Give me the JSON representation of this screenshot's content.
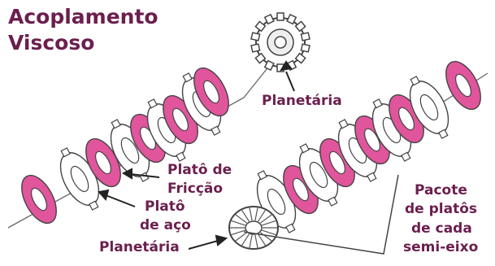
{
  "title": {
    "line1": "Acoplamento",
    "line2": "Viscoso"
  },
  "labels": {
    "planetaria_top": "Planetária",
    "plato_friccao_1": "Platô de",
    "plato_friccao_2": "Fricção",
    "plato_aco_1": "Platô",
    "plato_aco_2": "de aço",
    "planetaria_bottom": "Planetária",
    "pacote_1": "Pacote",
    "pacote_2": "de platôs",
    "pacote_3": "de cada",
    "pacote_4": "semi-eixo"
  },
  "colors": {
    "text": "#6b1f4e",
    "friction_plate": "#e0559c",
    "steel_plate": "#ffffff",
    "outline": "#444444"
  },
  "icons": [
    "planetary-gear-icon",
    "bevel-gear-icon"
  ]
}
